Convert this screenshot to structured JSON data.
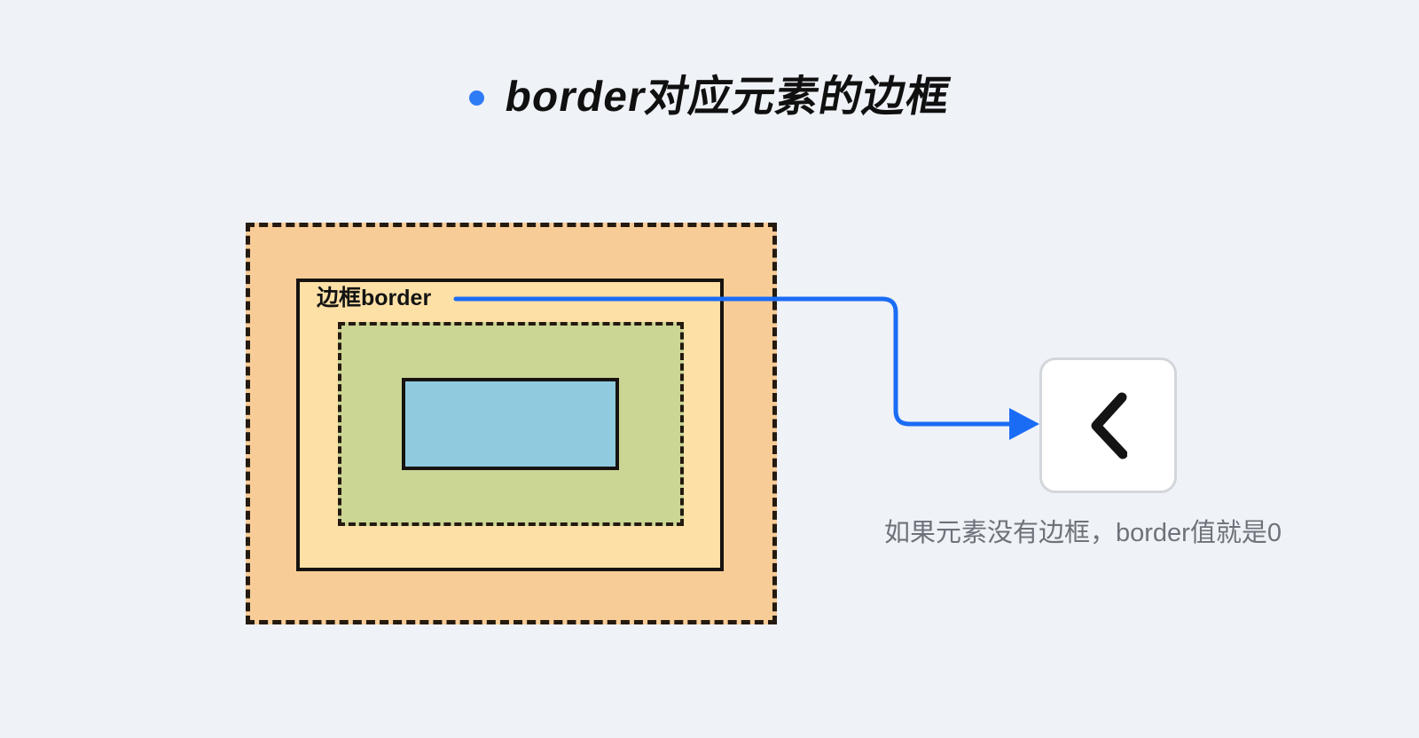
{
  "title": {
    "text": "border对应元素的边框"
  },
  "diagram": {
    "border_label": "边框border",
    "colors": {
      "background": "#eff2f7",
      "bullet": "#2e7bf6",
      "margin_fill": "#f7cc97",
      "border_fill": "#fde0a6",
      "padding_fill": "#cbd594",
      "content_fill": "#90cade",
      "dashed_stroke": "#241a10",
      "solid_stroke": "#161310",
      "arrow": "#1b6cf5",
      "card_border": "#d3d6db",
      "caption_text": "#6e727a"
    }
  },
  "callout": {
    "chevron_icon": "chevron-left",
    "caption": "如果元素没有边框，border值就是0"
  }
}
